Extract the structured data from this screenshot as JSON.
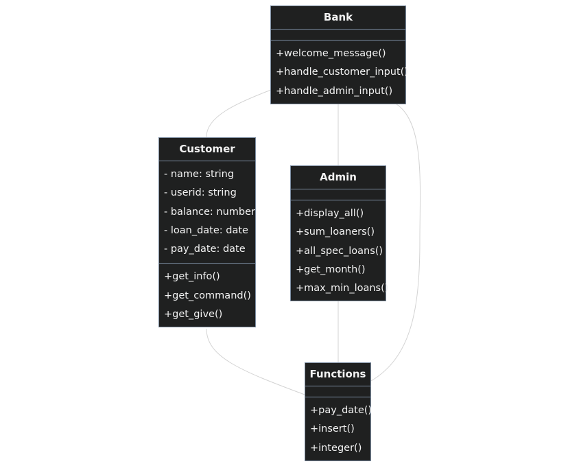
{
  "diagram": {
    "classes": {
      "bank": {
        "name": "Bank",
        "attributes": [],
        "methods": [
          "+welcome_message()",
          "+handle_customer_input()",
          "+handle_admin_input()"
        ]
      },
      "customer": {
        "name": "Customer",
        "attributes": [
          "- name: string",
          "- userid: string",
          "- balance: number",
          "- loan_date: date",
          "- pay_date: date"
        ],
        "methods": [
          "+get_info()",
          "+get_command()",
          "+get_give()"
        ]
      },
      "admin": {
        "name": "Admin",
        "attributes": [],
        "methods": [
          "+display_all()",
          "+sum_loaners()",
          "+all_spec_loans()",
          "+get_month()",
          "+max_min_loans()"
        ]
      },
      "functions": {
        "name": "Functions",
        "attributes": [],
        "methods": [
          "+pay_date()",
          "+insert()",
          "+integer()"
        ]
      }
    },
    "colors": {
      "node_fill": "#1f2020",
      "node_border": "#7d8ea3",
      "node_text": "#f2f2f2",
      "edge": "#d3d3d3",
      "background": "#ffffff"
    }
  }
}
